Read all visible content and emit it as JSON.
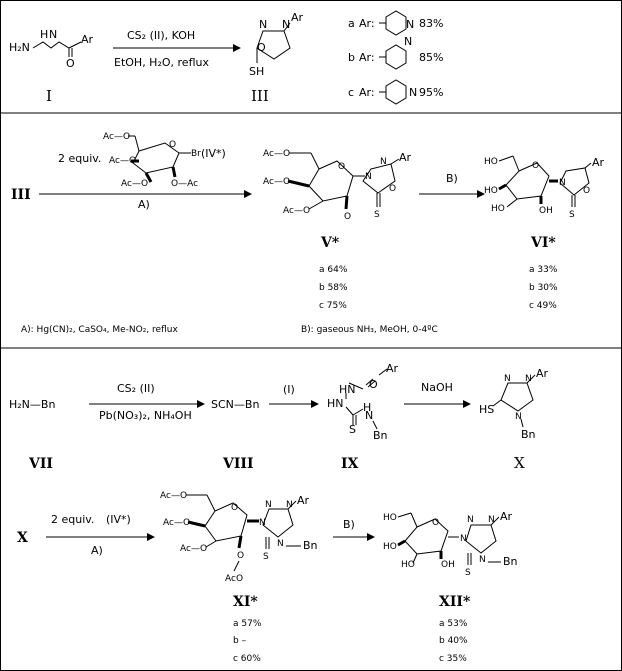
{
  "scheme": {
    "step1": {
      "reagent_top": "CS₂ (II), KOH",
      "reagent_bottom": "EtOH, H₂O,  reflux",
      "compound_start": "I",
      "compound_product": "III",
      "variants": [
        {
          "letter": "a",
          "prefix": "Ar:",
          "yield": "83%"
        },
        {
          "letter": "b",
          "prefix": "Ar:",
          "yield": "85%"
        },
        {
          "letter": "c",
          "prefix": "Ar:",
          "yield": "95%"
        }
      ]
    },
    "step2": {
      "start": "III",
      "reagent_top": "2 equiv.",
      "reagent_tag": "(IV*)",
      "reagent_bottom": "A)",
      "product_v": "V*",
      "yields_v": [
        "a 64%",
        "b 58%",
        "c 75%"
      ],
      "arrow_b_label": "B)",
      "product_vi": "VI*",
      "yields_vi": [
        "a 33%",
        "b 30%",
        "c 49%"
      ],
      "footnote_a": "A):  Hg(CN)₂, CaSO₄, Me-NO₂, reflux",
      "footnote_b": "B): gaseous NH₃, MeOH, 0-4ºC"
    },
    "step3": {
      "start_formula": "H₂N—Bn",
      "reagent_top": "CS₂ (II)",
      "reagent_bottom": "Pb(NO₃)₂, NH₄OH",
      "intermediate": "SCN—Bn",
      "arrow_i_label": "(I)",
      "arrow_naoh_label": "NaOH",
      "labels": [
        "VII",
        "VIII",
        "IX",
        "X"
      ]
    },
    "step4": {
      "start": "X",
      "reagent_top": "2 equiv.",
      "reagent_tag": "(IV*)",
      "reagent_bottom": "A)",
      "arrow_b_label": "B)",
      "product_xi": "XI*",
      "yields_xi": [
        "a 57%",
        "b  –",
        "c 60%"
      ],
      "product_xii": "XII*",
      "yields_xii": [
        "a 53%",
        "b 40%",
        "c 35%"
      ]
    },
    "atoms": {
      "ar": "Ar",
      "o": "O",
      "n": "N",
      "s": "S",
      "hs": "HS",
      "sh": "SH",
      "h": "H",
      "nh": "NH",
      "hn": "HN",
      "ho": "HO",
      "oh": "OH",
      "bn": "Bn",
      "br": "Br",
      "h2n": "H₂N",
      "ac_o": "Ac—O",
      "aco": "AcO",
      "o_ac": "O—Ac"
    }
  }
}
